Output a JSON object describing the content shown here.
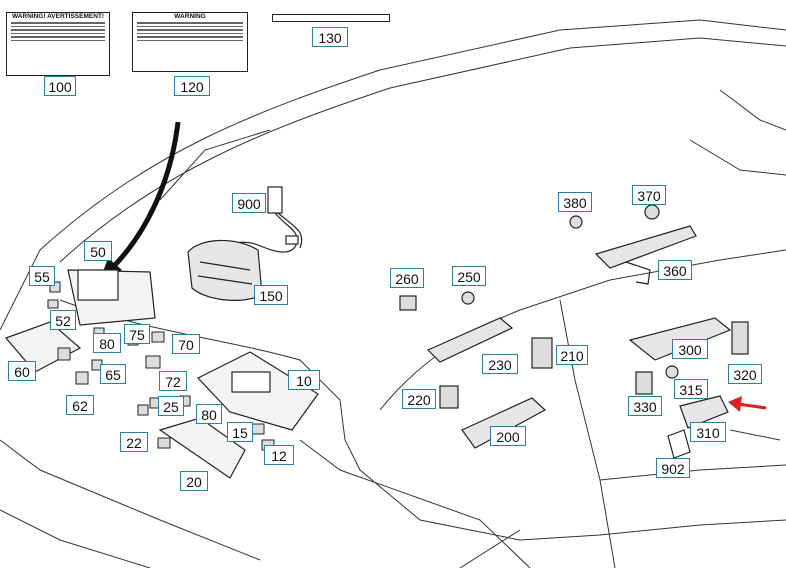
{
  "callouts": [
    {
      "key": "100",
      "text": "100"
    },
    {
      "key": "120",
      "text": "120"
    },
    {
      "key": "130",
      "text": "130"
    },
    {
      "key": "900",
      "text": "900"
    },
    {
      "key": "150",
      "text": "150"
    },
    {
      "key": "50",
      "text": "50"
    },
    {
      "key": "55",
      "text": "55"
    },
    {
      "key": "52",
      "text": "52"
    },
    {
      "key": "60",
      "text": "60"
    },
    {
      "key": "80a",
      "text": "80"
    },
    {
      "key": "75",
      "text": "75"
    },
    {
      "key": "70",
      "text": "70"
    },
    {
      "key": "65",
      "text": "65"
    },
    {
      "key": "72",
      "text": "72"
    },
    {
      "key": "62",
      "text": "62"
    },
    {
      "key": "25",
      "text": "25"
    },
    {
      "key": "80b",
      "text": "80"
    },
    {
      "key": "10",
      "text": "10"
    },
    {
      "key": "22",
      "text": "22"
    },
    {
      "key": "15",
      "text": "15"
    },
    {
      "key": "12",
      "text": "12"
    },
    {
      "key": "20",
      "text": "20"
    },
    {
      "key": "380",
      "text": "380"
    },
    {
      "key": "370",
      "text": "370"
    },
    {
      "key": "360",
      "text": "360"
    },
    {
      "key": "260",
      "text": "260"
    },
    {
      "key": "250",
      "text": "250"
    },
    {
      "key": "230",
      "text": "230"
    },
    {
      "key": "210",
      "text": "210"
    },
    {
      "key": "220",
      "text": "220"
    },
    {
      "key": "200",
      "text": "200"
    },
    {
      "key": "300",
      "text": "300"
    },
    {
      "key": "320",
      "text": "320"
    },
    {
      "key": "315",
      "text": "315"
    },
    {
      "key": "330",
      "text": "330"
    },
    {
      "key": "310",
      "text": "310"
    },
    {
      "key": "902",
      "text": "902"
    }
  ],
  "labels": {
    "l100": {
      "title": "WARNING! AVERTISSEMENT!"
    },
    "l120": {
      "title": "WARNING"
    }
  },
  "colors": {
    "callout_border": "#2a7fa8",
    "line": "#222222",
    "pointer_arrow": "#e02020"
  }
}
